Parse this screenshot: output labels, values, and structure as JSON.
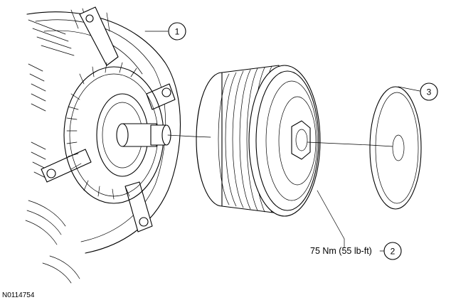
{
  "figure": {
    "id_label": "N0114754",
    "callouts": [
      {
        "number": "1",
        "target": "alternator"
      },
      {
        "number": "2",
        "target": "pulley-nut"
      },
      {
        "number": "3",
        "target": "pulley-cap"
      }
    ],
    "torque_spec": "75 Nm (55 lb-ft)"
  }
}
